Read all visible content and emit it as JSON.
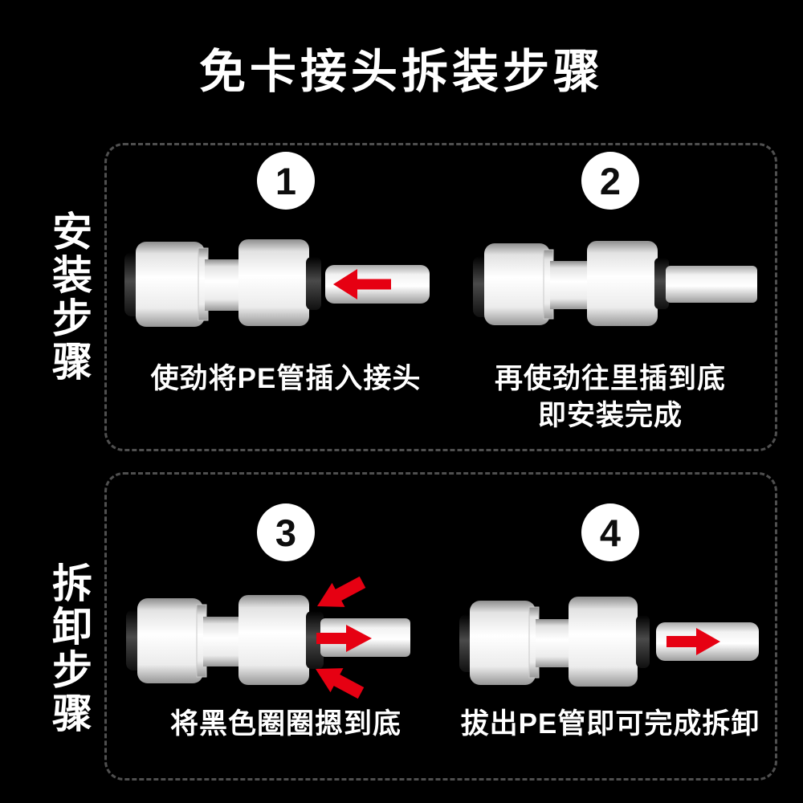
{
  "title": "免卡接头拆装步骤",
  "colors": {
    "page-bg": "#000000",
    "text": "#ffffff",
    "panel-border": "#4f4f4f",
    "badge-bg": "#ffffff",
    "badge-text": "#0d0d0d",
    "arrow-red": "#e60012"
  },
  "sections": [
    {
      "side_label": "安装步骤",
      "steps": [
        {
          "number": "1",
          "caption": "使劲将PE管插入接头",
          "caption_line2": "",
          "figure": "connector-with-pipe-approaching-left-arrow"
        },
        {
          "number": "2",
          "caption": "再使劲往里插到底",
          "caption_line2": "即安装完成",
          "figure": "connector-with-pipe-fully-inserted"
        }
      ]
    },
    {
      "side_label": "拆卸步骤",
      "steps": [
        {
          "number": "3",
          "caption": "将黑色圈圈摁到底",
          "caption_line2": "",
          "figure": "connector-press-black-collet-three-arrows"
        },
        {
          "number": "4",
          "caption": "拔出PE管即可完成拆卸",
          "caption_line2": "",
          "figure": "connector-with-pipe-pulled-out-right-arrow"
        }
      ]
    }
  ]
}
